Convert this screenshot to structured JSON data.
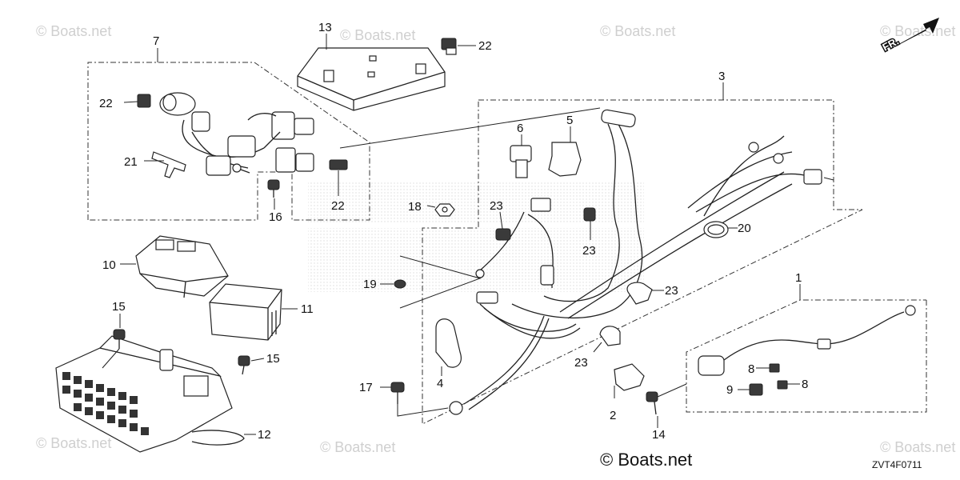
{
  "diagram": {
    "copyright": "© Boats.net",
    "watermark": "© Boats.net",
    "diagram_code": "ZVT4F0711",
    "front_indicator": "FR.",
    "callouts": [
      {
        "id": "c1",
        "label": "1"
      },
      {
        "id": "c2",
        "label": "2"
      },
      {
        "id": "c3",
        "label": "3"
      },
      {
        "id": "c4",
        "label": "4"
      },
      {
        "id": "c5",
        "label": "5"
      },
      {
        "id": "c6",
        "label": "6"
      },
      {
        "id": "c7",
        "label": "7"
      },
      {
        "id": "c8a",
        "label": "8"
      },
      {
        "id": "c8b",
        "label": "8"
      },
      {
        "id": "c9",
        "label": "9"
      },
      {
        "id": "c10",
        "label": "10"
      },
      {
        "id": "c11",
        "label": "11"
      },
      {
        "id": "c12",
        "label": "12"
      },
      {
        "id": "c13",
        "label": "13"
      },
      {
        "id": "c14",
        "label": "14"
      },
      {
        "id": "c15a",
        "label": "15"
      },
      {
        "id": "c15b",
        "label": "15"
      },
      {
        "id": "c16",
        "label": "16"
      },
      {
        "id": "c17",
        "label": "17"
      },
      {
        "id": "c18",
        "label": "18"
      },
      {
        "id": "c19",
        "label": "19"
      },
      {
        "id": "c20",
        "label": "20"
      },
      {
        "id": "c21",
        "label": "21"
      },
      {
        "id": "c22a",
        "label": "22"
      },
      {
        "id": "c22b",
        "label": "22"
      },
      {
        "id": "c22c",
        "label": "22"
      },
      {
        "id": "c23a",
        "label": "23"
      },
      {
        "id": "c23b",
        "label": "23"
      },
      {
        "id": "c23c",
        "label": "23"
      },
      {
        "id": "c23d",
        "label": "23"
      }
    ]
  }
}
